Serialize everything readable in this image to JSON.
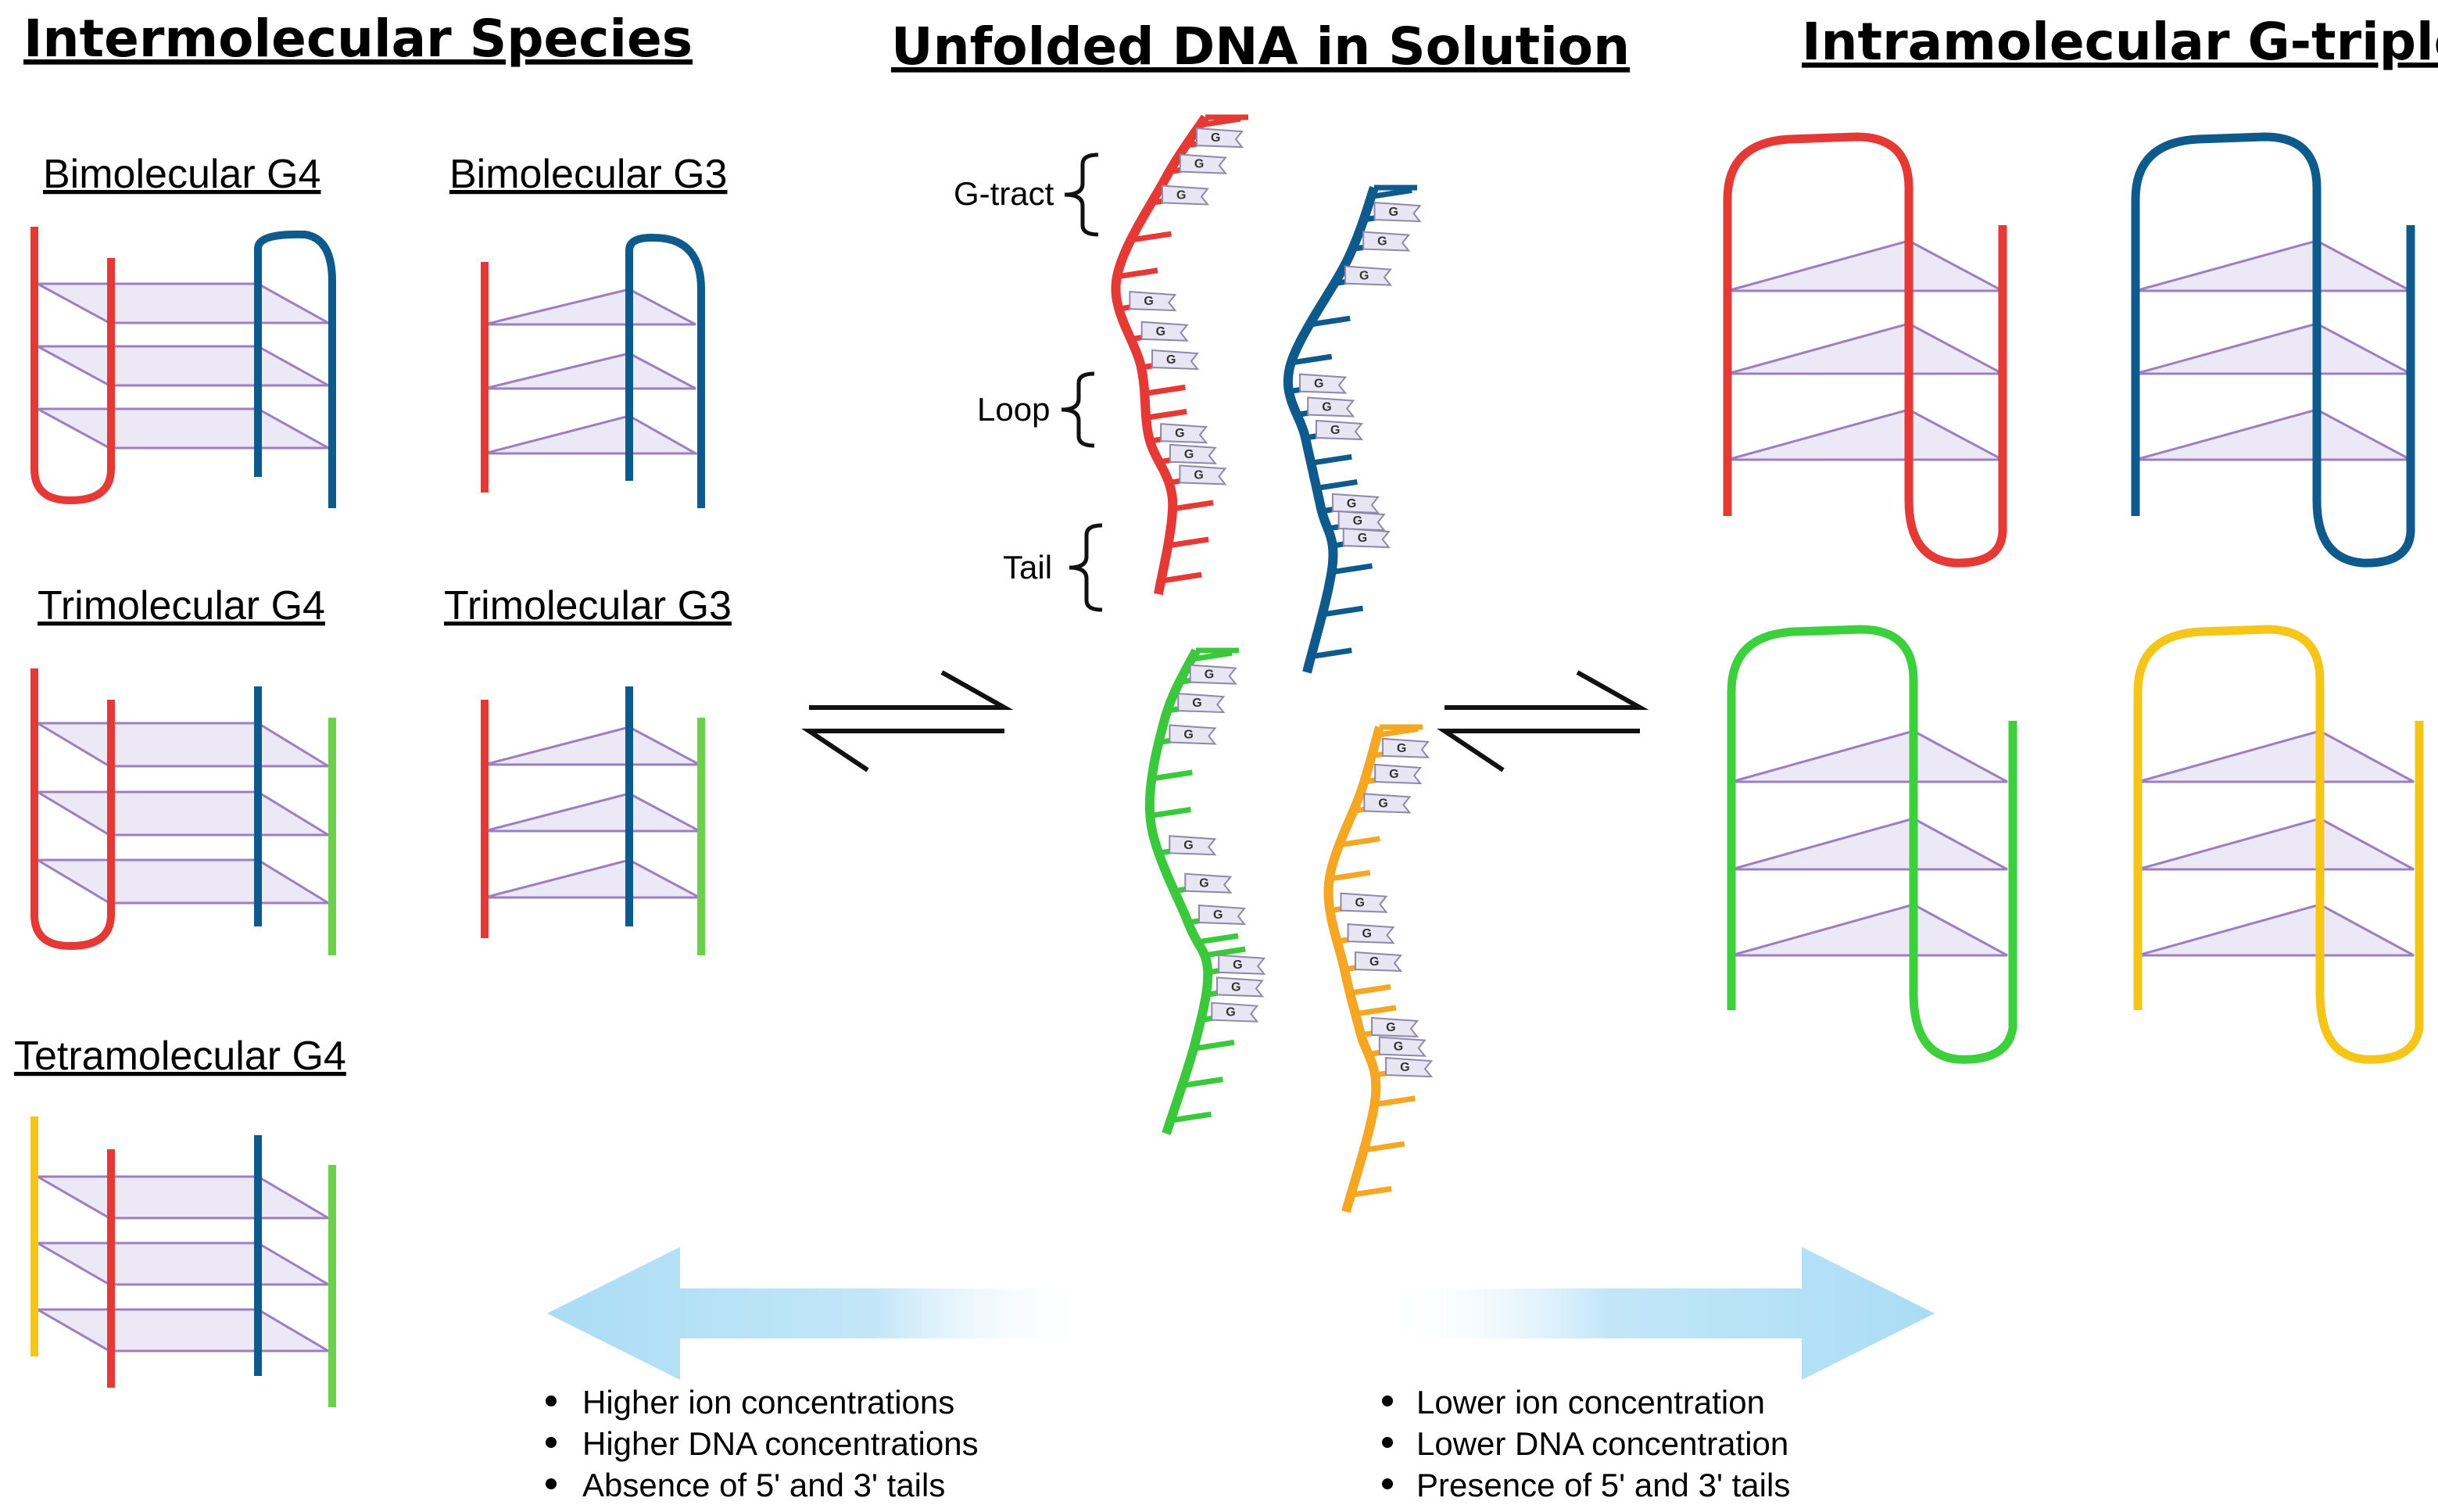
{
  "headers": {
    "left": "Intermolecular Species",
    "center": "Unfolded DNA in Solution",
    "right": "Intramolecular G-triplex"
  },
  "species": {
    "bimolecular_g4": "Bimolecular G4",
    "bimolecular_g3": "Bimolecular G3",
    "trimolecular_g4": "Trimolecular G4",
    "trimolecular_g3": "Trimolecular G3",
    "tetramolecular_g4": "Tetramolecular G4"
  },
  "annotations": {
    "g_tract": "G-tract",
    "loop": "Loop",
    "tail": "Tail",
    "base": "G"
  },
  "conditions": {
    "left": [
      "Higher ion concentrations",
      "Higher DNA concentrations",
      "Absence of 5' and 3' tails"
    ],
    "right": [
      "Lower ion concentration",
      "Lower DNA concentration",
      "Presence of 5' and 3' tails"
    ]
  },
  "colors": {
    "red": "#e53935",
    "blue": "#0f5a8c",
    "green": "#3cc83c",
    "yellow": "#f5c518",
    "orange": "#f5a623",
    "plane_fill": "#e7e0f3",
    "plane_stroke": "#9b7fc1",
    "arrow": "#a9dcf5"
  }
}
